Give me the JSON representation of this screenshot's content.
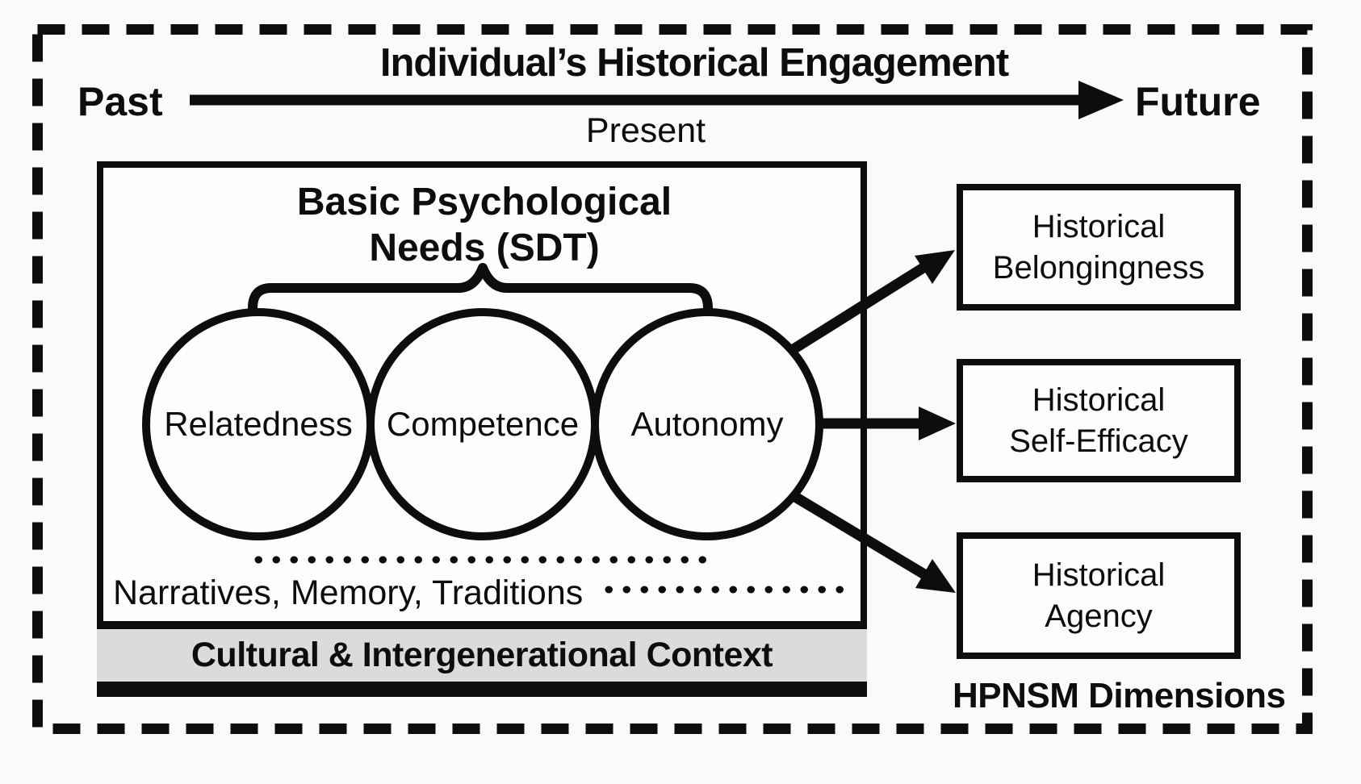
{
  "colors": {
    "ink": "#0e0d0b",
    "page_bg": "#fbfaf8",
    "shape_fill": "#fdfdfb",
    "context_bar_bg": "#dbdbdb"
  },
  "header": {
    "title": "Individual’s Historical Engagement",
    "past": "Past",
    "present": "Present",
    "future": "Future"
  },
  "needs_box": {
    "title_line1": "Basic Psychological",
    "title_line2": "Needs (SDT)",
    "circles": [
      {
        "label": "Relatedness"
      },
      {
        "label": "Competence"
      },
      {
        "label": "Autonomy"
      }
    ],
    "annotation": "Narratives, Memory, Traditions",
    "context_bar_label": "Cultural & Intergenerational Context"
  },
  "hpnsm": {
    "boxes": [
      {
        "line1": "Historical",
        "line2": "Belongingness"
      },
      {
        "line1": "Historical",
        "line2": "Self-Efficacy"
      },
      {
        "line1": "Historical",
        "line2": "Agency"
      }
    ],
    "caption": "HPNSM Dimensions"
  }
}
